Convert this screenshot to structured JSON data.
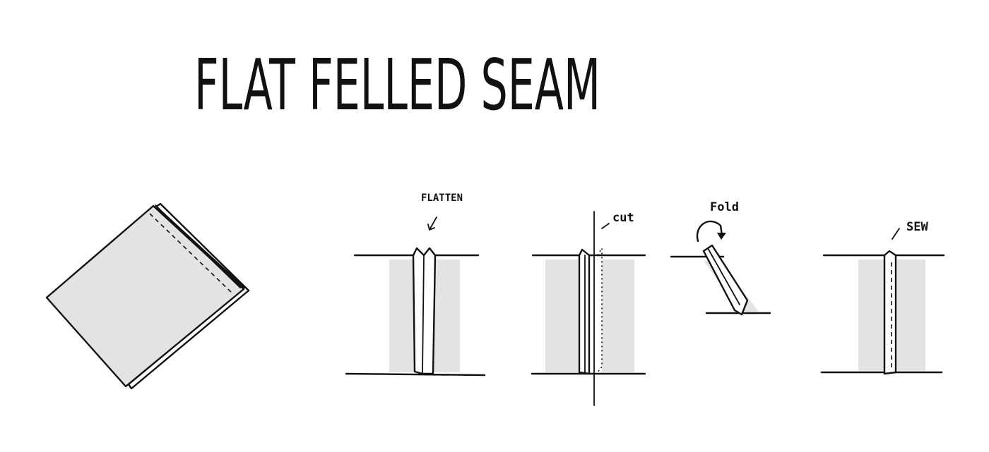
{
  "title": "FLAT FELLED SEAM",
  "steps": {
    "flatten": "FLATTEN",
    "cut": "cut",
    "fold": "Fold",
    "sew": "SEW"
  },
  "colors": {
    "ink": "#111111",
    "fabric": "#e3e3e3",
    "background": "#ffffff"
  }
}
